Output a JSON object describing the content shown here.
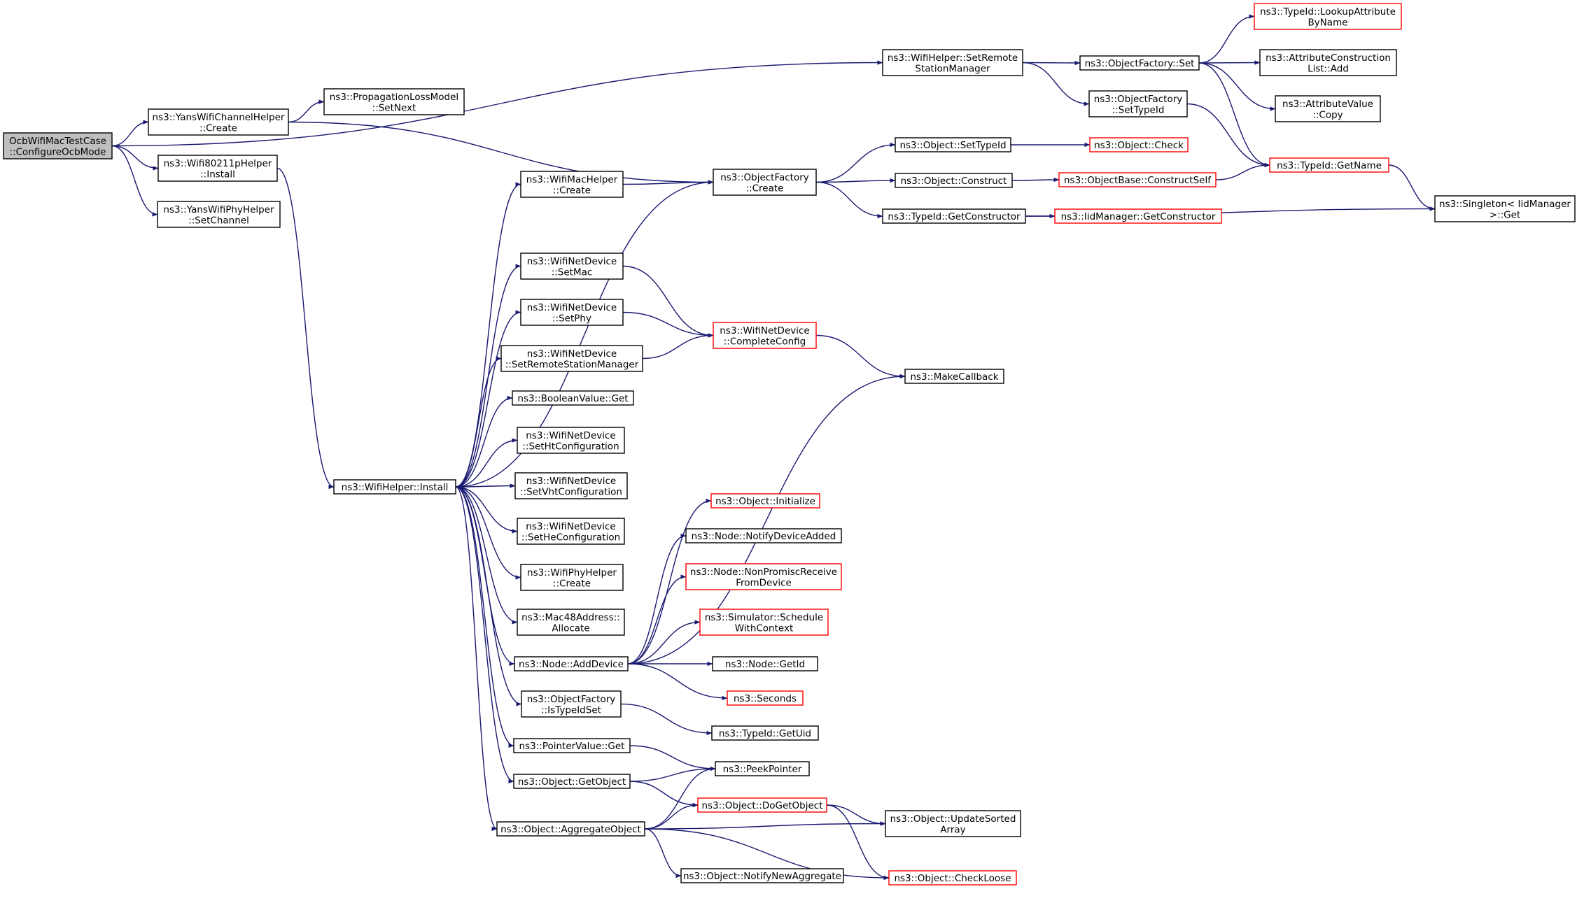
{
  "colors": {
    "edge": "#191970",
    "node_border": "#000000",
    "node_border_incomplete": "#ff0000",
    "root_fill": "#bfbfbf"
  },
  "nodes": {
    "root": {
      "lines": [
        "OcbWifiMacTestCase",
        "::ConfigureOcbMode"
      ],
      "root": true
    },
    "yansChanCreate": {
      "lines": [
        "ns3::YansWifiChannelHelper",
        "::Create"
      ]
    },
    "propLoss": {
      "lines": [
        "ns3::PropagationLossModel",
        "::SetNext"
      ]
    },
    "wifi80211p": {
      "lines": [
        "ns3::Wifi80211pHelper",
        "::Install"
      ]
    },
    "yansPhySetCh": {
      "lines": [
        "ns3::YansWifiPhyHelper",
        "::SetChannel"
      ]
    },
    "setRemoteStation": {
      "lines": [
        "ns3::WifiHelper::SetRemote",
        "StationManager"
      ]
    },
    "ofSet": {
      "lines": [
        "ns3::ObjectFactory::Set"
      ]
    },
    "lookupAttr": {
      "lines": [
        "ns3::TypeId::LookupAttribute",
        "ByName"
      ],
      "red": true
    },
    "attrConsList": {
      "lines": [
        "ns3::AttributeConstruction",
        "List::Add"
      ]
    },
    "attrValueCopy": {
      "lines": [
        "ns3::AttributeValue",
        "::Copy"
      ]
    },
    "ofSetTypeId": {
      "lines": [
        "ns3::ObjectFactory",
        "::SetTypeId"
      ]
    },
    "typeIdGetName": {
      "lines": [
        "ns3::TypeId::GetName"
      ],
      "red": true
    },
    "singletonGet": {
      "lines": [
        "ns3::Singleton< IidManager",
        ">::Get"
      ]
    },
    "macHelperCreate": {
      "lines": [
        "ns3::WifiMacHelper",
        "::Create"
      ]
    },
    "ofCreate": {
      "lines": [
        "ns3::ObjectFactory",
        "::Create"
      ]
    },
    "objSetTypeId": {
      "lines": [
        "ns3::Object::SetTypeId"
      ]
    },
    "objCheck": {
      "lines": [
        "ns3::Object::Check"
      ],
      "red": true
    },
    "objConstruct": {
      "lines": [
        "ns3::Object::Construct"
      ]
    },
    "constructSelf": {
      "lines": [
        "ns3::ObjectBase::ConstructSelf"
      ],
      "red": true
    },
    "getConstructor": {
      "lines": [
        "ns3::TypeId::GetConstructor"
      ]
    },
    "iidGetConstructor": {
      "lines": [
        "ns3::IidManager::GetConstructor"
      ],
      "red": true
    },
    "setMac": {
      "lines": [
        "ns3::WifiNetDevice",
        "::SetMac"
      ]
    },
    "setPhy": {
      "lines": [
        "ns3::WifiNetDevice",
        "::SetPhy"
      ]
    },
    "completeConfig": {
      "lines": [
        "ns3::WifiNetDevice",
        "::CompleteConfig"
      ],
      "red": true
    },
    "setRSM": {
      "lines": [
        "ns3::WifiNetDevice",
        "::SetRemoteStationManager"
      ]
    },
    "makeCallback": {
      "lines": [
        "ns3::MakeCallback"
      ]
    },
    "boolGet": {
      "lines": [
        "ns3::BooleanValue::Get"
      ]
    },
    "setHt": {
      "lines": [
        "ns3::WifiNetDevice",
        "::SetHtConfiguration"
      ]
    },
    "wifiInstall": {
      "lines": [
        "ns3::WifiHelper::Install"
      ]
    },
    "setVht": {
      "lines": [
        "ns3::WifiNetDevice",
        "::SetVhtConfiguration"
      ]
    },
    "setHe": {
      "lines": [
        "ns3::WifiNetDevice",
        "::SetHeConfiguration"
      ]
    },
    "objInitialize": {
      "lines": [
        "ns3::Object::Initialize"
      ],
      "red": true
    },
    "notifyDevAdded": {
      "lines": [
        "ns3::Node::NotifyDeviceAdded"
      ]
    },
    "nonPromisc": {
      "lines": [
        "ns3::Node::NonPromiscReceive",
        "FromDevice"
      ],
      "red": true
    },
    "phyHelperCreate": {
      "lines": [
        "ns3::WifiPhyHelper",
        "::Create"
      ]
    },
    "scheduleCtx": {
      "lines": [
        "ns3::Simulator::Schedule",
        "WithContext"
      ],
      "red": true
    },
    "mac48": {
      "lines": [
        "ns3::Mac48Address::",
        "Allocate"
      ]
    },
    "addDevice": {
      "lines": [
        "ns3::Node::AddDevice"
      ]
    },
    "nodeGetId": {
      "lines": [
        "ns3::Node::GetId"
      ]
    },
    "seconds": {
      "lines": [
        "ns3::Seconds"
      ],
      "red": true
    },
    "isTypeIdSet": {
      "lines": [
        "ns3::ObjectFactory",
        "::IsTypeIdSet"
      ]
    },
    "getUid": {
      "lines": [
        "ns3::TypeId::GetUid"
      ]
    },
    "pointerGet": {
      "lines": [
        "ns3::PointerValue::Get"
      ]
    },
    "peekPointer": {
      "lines": [
        "ns3::PeekPointer"
      ]
    },
    "getObject": {
      "lines": [
        "ns3::Object::GetObject"
      ]
    },
    "doGetObject": {
      "lines": [
        "ns3::Object::DoGetObject"
      ],
      "red": true
    },
    "aggregate": {
      "lines": [
        "ns3::Object::AggregateObject"
      ]
    },
    "updateSorted": {
      "lines": [
        "ns3::Object::UpdateSorted",
        "Array"
      ]
    },
    "notifyNewAgg": {
      "lines": [
        "ns3::Object::NotifyNewAggregate"
      ]
    },
    "checkLoose": {
      "lines": [
        "ns3::Object::CheckLoose"
      ],
      "red": true
    }
  },
  "edges": [
    [
      "root",
      "yansChanCreate"
    ],
    [
      "root",
      "wifi80211p"
    ],
    [
      "root",
      "yansPhySetCh"
    ],
    [
      "root",
      "setRemoteStation"
    ],
    [
      "yansChanCreate",
      "propLoss"
    ],
    [
      "yansChanCreate",
      "ofCreate"
    ],
    [
      "wifi80211p",
      "wifiInstall"
    ],
    [
      "setRemoteStation",
      "ofSet"
    ],
    [
      "setRemoteStation",
      "ofSetTypeId"
    ],
    [
      "ofSet",
      "lookupAttr"
    ],
    [
      "ofSet",
      "attrConsList"
    ],
    [
      "ofSet",
      "attrValueCopy"
    ],
    [
      "ofSet",
      "typeIdGetName"
    ],
    [
      "ofSetTypeId",
      "typeIdGetName"
    ],
    [
      "typeIdGetName",
      "singletonGet"
    ],
    [
      "ofCreate",
      "objSetTypeId"
    ],
    [
      "ofCreate",
      "objConstruct"
    ],
    [
      "ofCreate",
      "getConstructor"
    ],
    [
      "objSetTypeId",
      "objCheck"
    ],
    [
      "objConstruct",
      "constructSelf"
    ],
    [
      "constructSelf",
      "typeIdGetName"
    ],
    [
      "getConstructor",
      "iidGetConstructor"
    ],
    [
      "getConstructor",
      "singletonGet"
    ],
    [
      "macHelperCreate",
      "ofCreate"
    ],
    [
      "wifiInstall",
      "macHelperCreate"
    ],
    [
      "wifiInstall",
      "ofCreate"
    ],
    [
      "wifiInstall",
      "setMac"
    ],
    [
      "wifiInstall",
      "setPhy"
    ],
    [
      "wifiInstall",
      "setRSM"
    ],
    [
      "wifiInstall",
      "boolGet"
    ],
    [
      "wifiInstall",
      "setHt"
    ],
    [
      "wifiInstall",
      "setVht"
    ],
    [
      "wifiInstall",
      "setHe"
    ],
    [
      "wifiInstall",
      "phyHelperCreate"
    ],
    [
      "wifiInstall",
      "mac48"
    ],
    [
      "wifiInstall",
      "addDevice"
    ],
    [
      "wifiInstall",
      "isTypeIdSet"
    ],
    [
      "wifiInstall",
      "pointerGet"
    ],
    [
      "wifiInstall",
      "getObject"
    ],
    [
      "wifiInstall",
      "aggregate"
    ],
    [
      "setMac",
      "completeConfig"
    ],
    [
      "setPhy",
      "completeConfig"
    ],
    [
      "setRSM",
      "completeConfig"
    ],
    [
      "completeConfig",
      "makeCallback"
    ],
    [
      "addDevice",
      "makeCallback"
    ],
    [
      "addDevice",
      "objInitialize"
    ],
    [
      "addDevice",
      "notifyDevAdded"
    ],
    [
      "addDevice",
      "nonPromisc"
    ],
    [
      "addDevice",
      "scheduleCtx"
    ],
    [
      "addDevice",
      "nodeGetId"
    ],
    [
      "addDevice",
      "seconds"
    ],
    [
      "isTypeIdSet",
      "getUid"
    ],
    [
      "pointerGet",
      "peekPointer"
    ],
    [
      "getObject",
      "peekPointer"
    ],
    [
      "getObject",
      "doGetObject"
    ],
    [
      "aggregate",
      "peekPointer"
    ],
    [
      "aggregate",
      "doGetObject"
    ],
    [
      "aggregate",
      "updateSorted"
    ],
    [
      "aggregate",
      "notifyNewAgg"
    ],
    [
      "aggregate",
      "checkLoose"
    ],
    [
      "doGetObject",
      "updateSorted"
    ],
    [
      "doGetObject",
      "checkLoose"
    ]
  ]
}
